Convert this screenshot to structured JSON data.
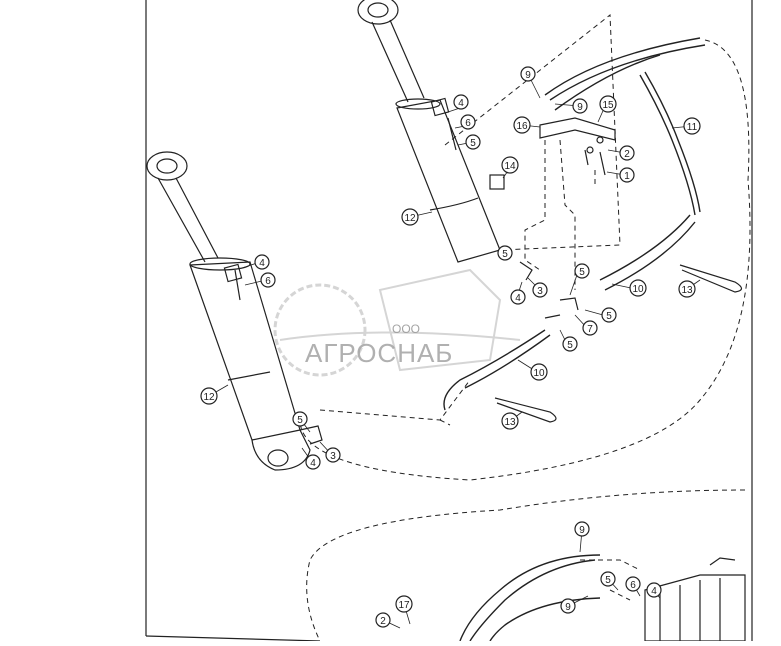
{
  "watermark": {
    "company_prefix": "ООО",
    "company_name": "АГРОСНАБ"
  },
  "callouts": {
    "c1": "1",
    "c2": "2",
    "c3": "3",
    "c4": "4",
    "c5": "5",
    "c6": "6",
    "c7": "7",
    "c9": "9",
    "c10": "10",
    "c11": "11",
    "c12": "12",
    "c13": "13",
    "c14": "14",
    "c15": "15",
    "c16": "16",
    "c17": "17"
  }
}
